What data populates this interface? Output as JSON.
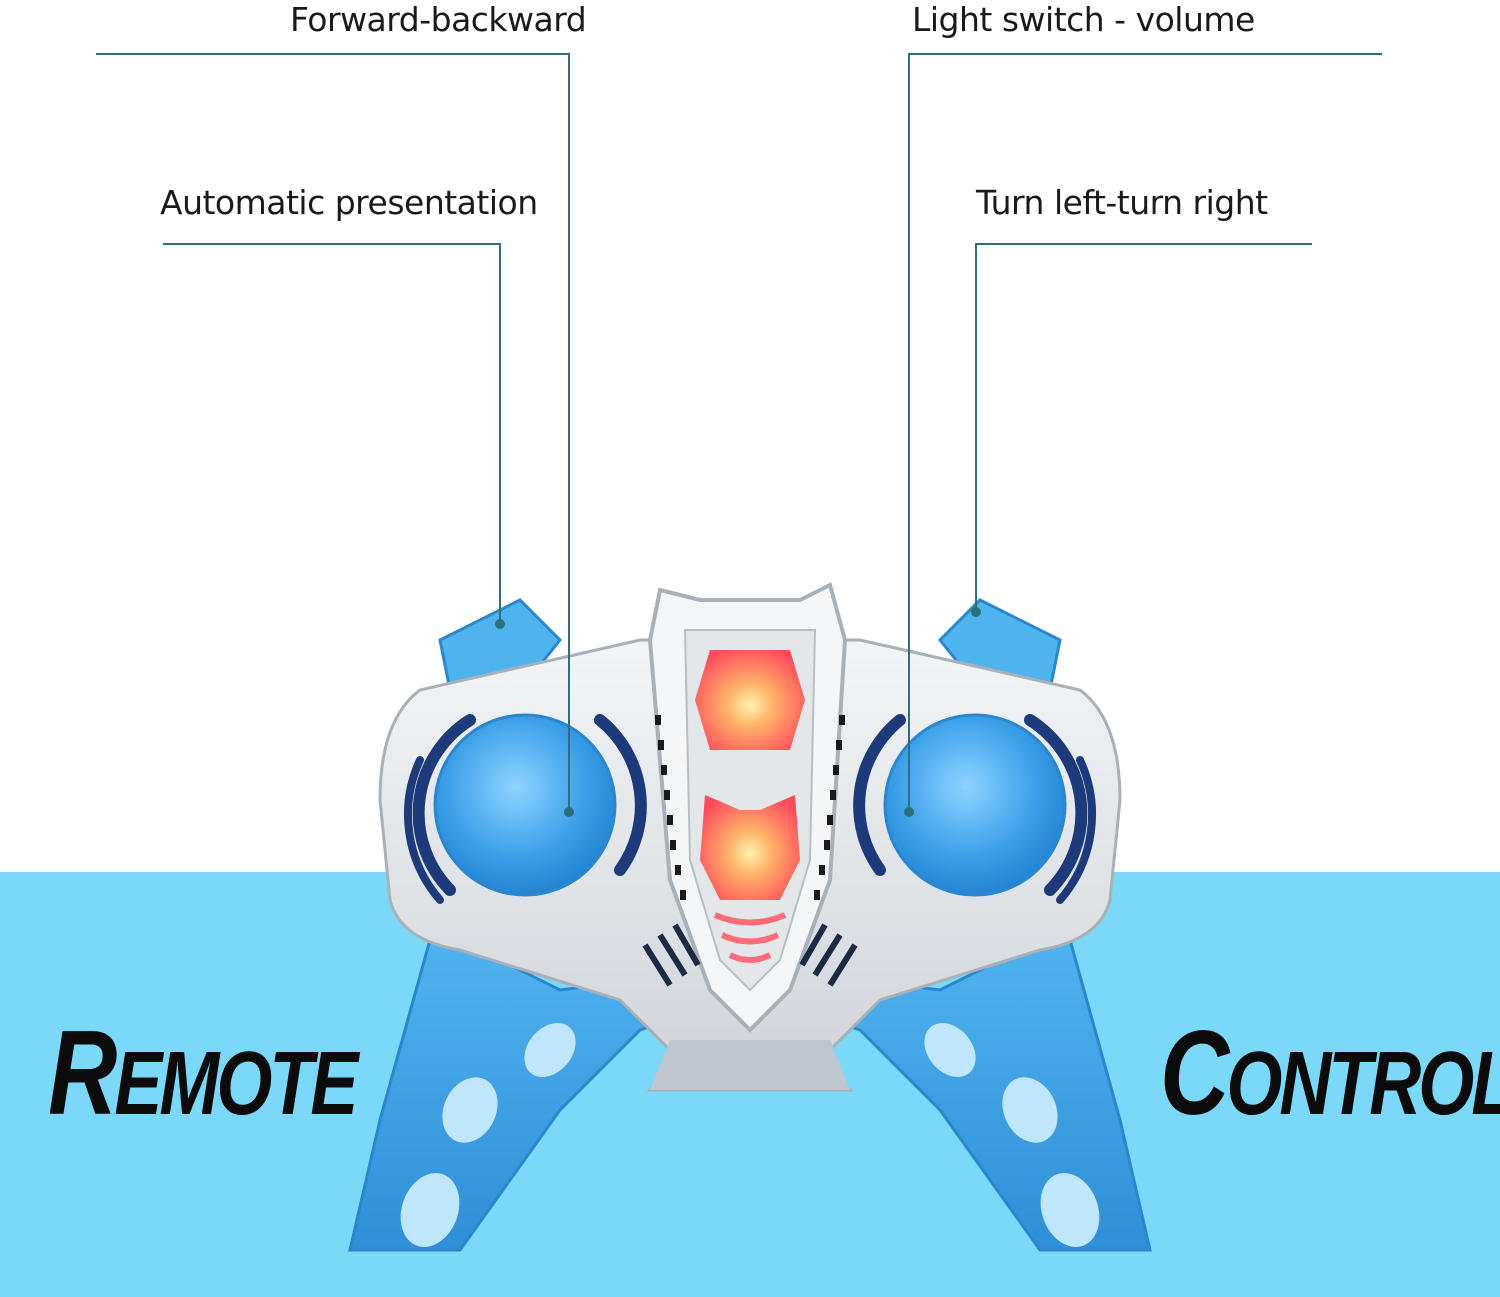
{
  "callouts": {
    "forward_backward": "Forward-backward",
    "automatic_presentation": "Automatic presentation",
    "light_switch_volume": "Light switch - volume",
    "turn_left_turn_right": "Turn left-turn right"
  },
  "headline": {
    "remote_cap": "R",
    "remote_rest": "EMOTE",
    "control_cap": "C",
    "control_rest": "ONTROL"
  },
  "colors": {
    "band": "#7ad8f8",
    "leader_line": "#2f6f7a",
    "controller_blue": "#3aa6e6",
    "controller_white": "#e9ecef",
    "accent_navy": "#1d3b7a",
    "led_red": "#ff4a5c"
  }
}
